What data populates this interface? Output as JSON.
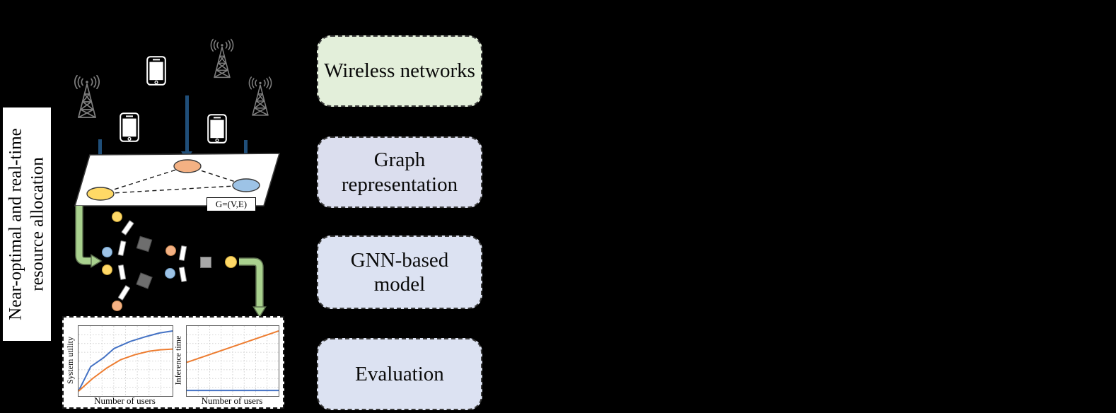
{
  "figure": {
    "side_caption": "Near-optimal and real-time\nresource allocation",
    "graph_tag": "G=(V,E)"
  },
  "flow_boxes": [
    {
      "label": "Wireless networks",
      "fill": "#e3efda"
    },
    {
      "label": "Graph\nrepresentation",
      "fill": "#dbdeee"
    },
    {
      "label": "GNN-based\nmodel",
      "fill": "#dce2f2"
    },
    {
      "label": "Evaluation",
      "fill": "#dce2f2"
    }
  ],
  "icons": {
    "cell_tower": "lattice radio tower with signal waves",
    "smartphone": "mobile phone handset",
    "down_arrow": "dark blue mapping arrow",
    "elbow_arrow": "green flow arrow",
    "graph_node": "colored ellipse node",
    "gnn_node": "colored circle",
    "gnn_weight": "gray square",
    "gnn_edge": "white dash segment"
  },
  "colors": {
    "background": "#000000",
    "box_green": "#e3efda",
    "box_lavender": "#dce2f2",
    "node_yellow": "#ffd966",
    "node_blue": "#9dc3e6",
    "node_orange": "#f4b183",
    "arrow_blue": "#1f4e79",
    "arrow_green": "#a9d18e",
    "chart_blue": "#4472c4",
    "chart_orange": "#ed7d31"
  },
  "chart_data": [
    {
      "type": "line",
      "title": "",
      "xlabel": "Number of users",
      "ylabel": "System utility",
      "x_range": [
        0,
        1
      ],
      "y_range": [
        0,
        1
      ],
      "ticks_visible": false,
      "grid": {
        "cols": 8,
        "rows": 8,
        "style": "dotted"
      },
      "series": [
        {
          "name": "upper-blue",
          "color": "#4472c4",
          "points": [
            [
              0,
              0.07
            ],
            [
              0.13,
              0.42
            ],
            [
              0.27,
              0.55
            ],
            [
              0.38,
              0.68
            ],
            [
              0.55,
              0.78
            ],
            [
              0.72,
              0.85
            ],
            [
              0.86,
              0.9
            ],
            [
              1,
              0.93
            ]
          ]
        },
        {
          "name": "lower-orange",
          "color": "#ed7d31",
          "points": [
            [
              0,
              0.07
            ],
            [
              0.15,
              0.25
            ],
            [
              0.3,
              0.4
            ],
            [
              0.45,
              0.52
            ],
            [
              0.6,
              0.59
            ],
            [
              0.75,
              0.64
            ],
            [
              0.87,
              0.66
            ],
            [
              1,
              0.67
            ]
          ]
        }
      ]
    },
    {
      "type": "line",
      "title": "",
      "xlabel": "Number of users",
      "ylabel": "Inference time",
      "x_range": [
        0,
        1
      ],
      "y_range": [
        0,
        1
      ],
      "ticks_visible": false,
      "grid": {
        "cols": 8,
        "rows": 8,
        "style": "dotted"
      },
      "series": [
        {
          "name": "rising-orange",
          "color": "#ed7d31",
          "points": [
            [
              0,
              0.48
            ],
            [
              1,
              0.93
            ]
          ]
        },
        {
          "name": "flat-blue",
          "color": "#4472c4",
          "points": [
            [
              0,
              0.08
            ],
            [
              1,
              0.08
            ]
          ]
        }
      ]
    }
  ]
}
